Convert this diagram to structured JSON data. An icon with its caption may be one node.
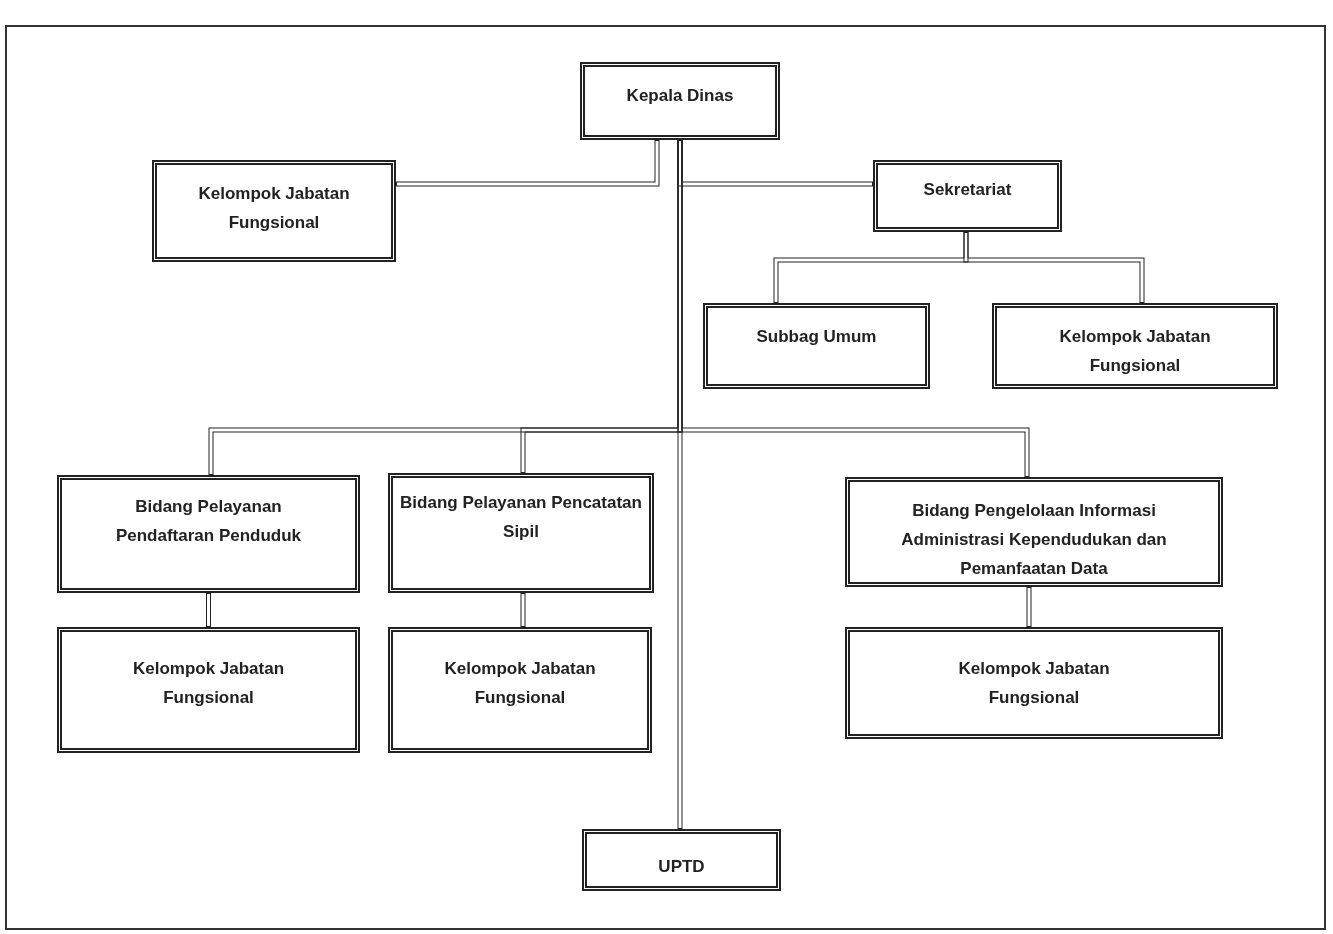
{
  "diagram": {
    "nodes": [
      {
        "text": [
          "Kepala Dinas"
        ]
      },
      {
        "text": [
          "Kelompok Jabatan Fungsional"
        ]
      },
      {
        "text": [
          "Sekretariat"
        ]
      },
      {
        "text": [
          "Subbag Umum"
        ]
      },
      {
        "text": [
          "Kelompok Jabatan Fungsional"
        ]
      },
      {
        "text": [
          "Bidang Pelayanan Pendaftaran Penduduk"
        ]
      },
      {
        "text": [
          "Bidang Pelayanan Pencatatan Sipil"
        ]
      },
      {
        "text": [
          "Bidang Pengelolaan Informasi Administrasi Kependudukan dan Pemanfaatan Data"
        ]
      },
      {
        "text": [
          "Kelompok Jabatan Fungsional"
        ]
      },
      {
        "text": [
          "Kelompok Jabatan Fungsional"
        ]
      },
      {
        "text": [
          "Kelompok Jabatan Fungsional"
        ]
      },
      {
        "text": [
          "UPTD"
        ]
      }
    ],
    "edges": [
      {
        "from": 0,
        "to": 1,
        "arrow": "none"
      },
      {
        "from": 0,
        "to": 2,
        "arrow": "none"
      },
      {
        "from": 2,
        "to": 3,
        "arrow": "none"
      },
      {
        "from": 2,
        "to": 4,
        "arrow": "none"
      },
      {
        "from": 0,
        "to": 5,
        "arrow": "none"
      },
      {
        "from": 0,
        "to": 6,
        "arrow": "none"
      },
      {
        "from": 0,
        "to": 7,
        "arrow": "none"
      },
      {
        "from": 5,
        "to": 8,
        "arrow": "none"
      },
      {
        "from": 6,
        "to": 9,
        "arrow": "none"
      },
      {
        "from": 7,
        "to": 10,
        "arrow": "none"
      },
      {
        "from": 0,
        "to": 11,
        "arrow": "none"
      }
    ]
  }
}
